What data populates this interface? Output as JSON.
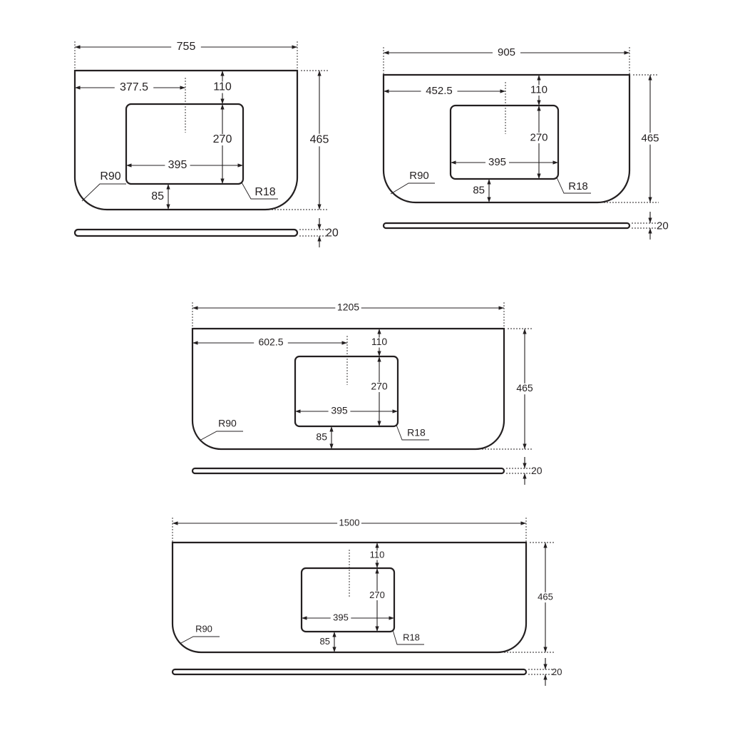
{
  "drawings": [
    {
      "name": "top-755",
      "width": "755",
      "center_offset": "377.5",
      "top_offset": "110",
      "basin_depth": "270",
      "basin_width": "395",
      "bottom_offset": "85",
      "depth": "465",
      "corner_radius": "R90",
      "basin_radius": "R18",
      "thickness": "20"
    },
    {
      "name": "top-905",
      "width": "905",
      "center_offset": "452.5",
      "top_offset": "110",
      "basin_depth": "270",
      "basin_width": "395",
      "bottom_offset": "85",
      "depth": "465",
      "corner_radius": "R90",
      "basin_radius": "R18",
      "thickness": "20"
    },
    {
      "name": "top-1205",
      "width": "1205",
      "center_offset": "602.5",
      "top_offset": "110",
      "basin_depth": "270",
      "basin_width": "395",
      "bottom_offset": "85",
      "depth": "465",
      "corner_radius": "R90",
      "basin_radius": "R18",
      "thickness": "20"
    },
    {
      "name": "top-1500",
      "width": "1500",
      "top_offset": "110",
      "basin_depth": "270",
      "basin_width": "395",
      "bottom_offset": "85",
      "depth": "465",
      "corner_radius": "R90",
      "basin_radius": "R18",
      "thickness": "20"
    }
  ]
}
